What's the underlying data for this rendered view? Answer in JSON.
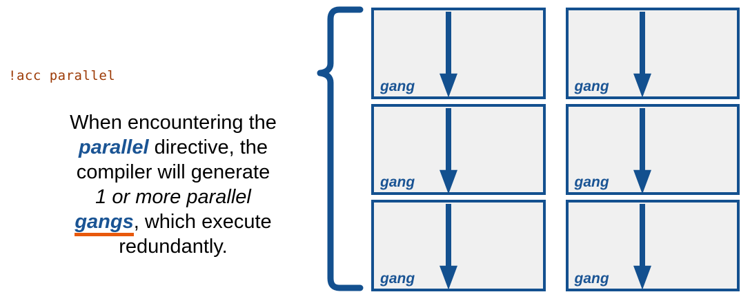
{
  "slide": {
    "directive": {
      "code": "!acc parallel",
      "color": "#9C3A06"
    },
    "description": {
      "lines": [
        {
          "segments": [
            {
              "text": "When encountering the",
              "style": "plain"
            }
          ]
        },
        {
          "segments": [
            {
              "text": "parallel",
              "style": "blue-bold-italic"
            },
            {
              "text": " directive, the",
              "style": "plain"
            }
          ]
        },
        {
          "segments": [
            {
              "text": "compiler will generate",
              "style": "plain"
            }
          ]
        },
        {
          "segments": [
            {
              "text": "1 or more parallel",
              "style": "italic"
            }
          ]
        },
        {
          "segments": [
            {
              "text": "gangs",
              "style": "blue-bold-italic-underline"
            },
            {
              "text": ", which execute",
              "style": "plain"
            }
          ]
        },
        {
          "segments": [
            {
              "text": "redundantly.",
              "style": "plain"
            }
          ]
        }
      ],
      "full_text": "When encountering the parallel directive, the compiler will generate 1 or more parallel gangs, which execute redundantly."
    },
    "brace": {
      "orientation": "left-curly",
      "color": "#13508F"
    },
    "gang_grid": {
      "columns": 2,
      "rows": 3,
      "cell_fill": "#F0F0F0",
      "cell_border": "#13508F",
      "label_color": "#1A5494",
      "arrow_color": "#13508F",
      "cells": [
        {
          "label": "gang",
          "arrow": "down-arrow-icon"
        },
        {
          "label": "gang",
          "arrow": "down-arrow-icon"
        },
        {
          "label": "gang",
          "arrow": "down-arrow-icon"
        },
        {
          "label": "gang",
          "arrow": "down-arrow-icon"
        },
        {
          "label": "gang",
          "arrow": "down-arrow-icon"
        },
        {
          "label": "gang",
          "arrow": "down-arrow-icon"
        }
      ]
    },
    "colors": {
      "accent_blue": "#1A5494",
      "border_blue": "#13508F",
      "highlight_orange": "#E8590C",
      "code_brown": "#9C3A06",
      "cell_gray": "#F0F0F0"
    }
  }
}
